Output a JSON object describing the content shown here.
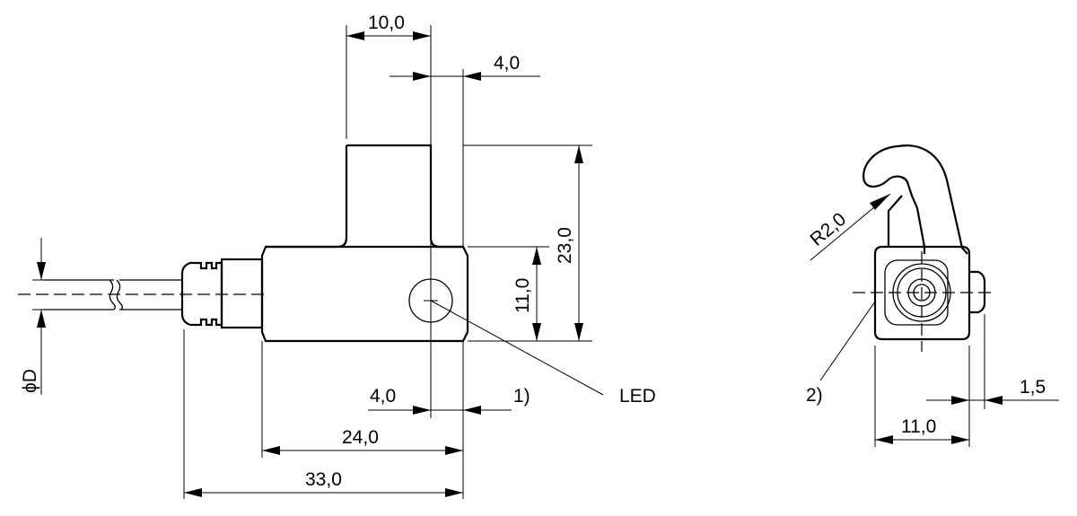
{
  "labels": {
    "dim_10": "10,0",
    "dim_4_top": "4,0",
    "dim_23": "23,0",
    "dim_11_side": "11,0",
    "dim_4_bottom": "4,0",
    "dim_24": "24,0",
    "dim_33": "33,0",
    "diameter": "ϕD",
    "note_1": "1)",
    "led": "LED",
    "radius": "R2,0",
    "note_2": "2)",
    "dim_1_5": "1,5",
    "dim_11_right": "11,0"
  }
}
